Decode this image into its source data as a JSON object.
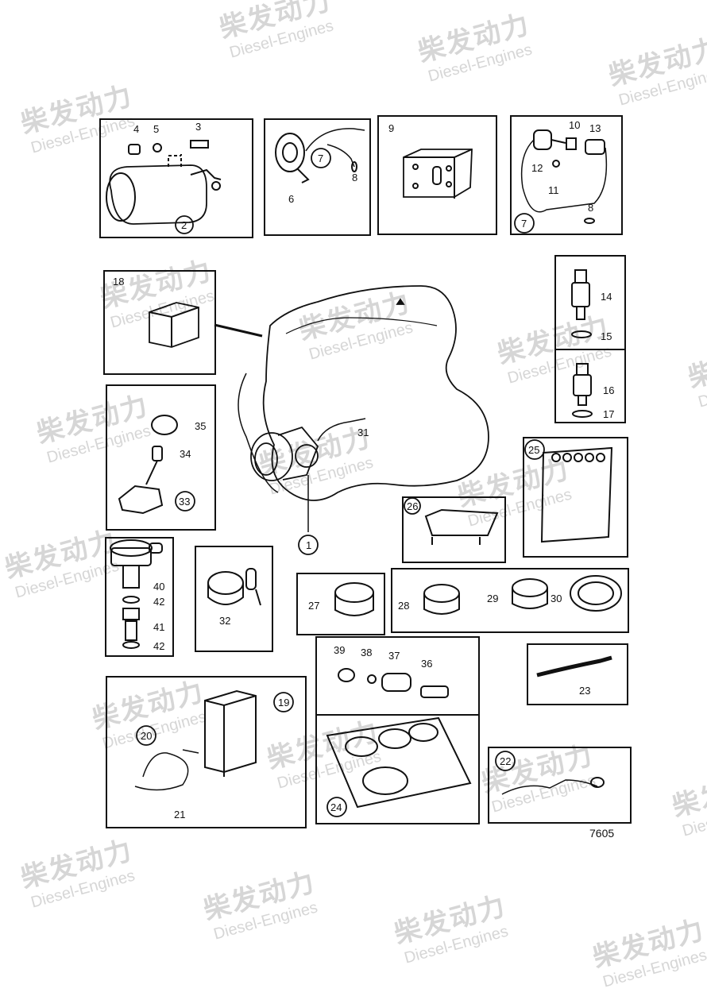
{
  "watermark": {
    "brand_cn": "柴发动力",
    "brand_en": "Diesel-Engines"
  },
  "drawing_code": "7605",
  "part_numbers": [
    "1",
    "2",
    "3",
    "4",
    "5",
    "6",
    "7",
    "8",
    "9",
    "10",
    "11",
    "12",
    "13",
    "14",
    "15",
    "16",
    "17",
    "18",
    "19",
    "20",
    "21",
    "22",
    "23",
    "24",
    "25",
    "26",
    "27",
    "28",
    "29",
    "30",
    "31",
    "32",
    "33",
    "34",
    "35",
    "36",
    "37",
    "38",
    "39",
    "40",
    "41",
    "42"
  ],
  "labels": {
    "p1": "1",
    "p2": "2",
    "p3": "3",
    "p4": "4",
    "p5": "5",
    "p6": "6",
    "p7a": "7",
    "p7b": "7",
    "p8a": "8",
    "p8b": "8",
    "p9": "9",
    "p10": "10",
    "p11": "11",
    "p12": "12",
    "p13": "13",
    "p14": "14",
    "p15": "15",
    "p16": "16",
    "p17": "17",
    "p18": "18",
    "p19": "19",
    "p20": "20",
    "p21": "21",
    "p22": "22",
    "p23": "23",
    "p24": "24",
    "p25": "25",
    "p26": "26",
    "p27": "27",
    "p28": "28",
    "p29": "29",
    "p30": "30",
    "p31": "31",
    "p32": "32",
    "p33": "33",
    "p34": "34",
    "p35": "35",
    "p36": "36",
    "p37": "37",
    "p38": "38",
    "p39": "39",
    "p40": "40",
    "p41": "41",
    "p42a": "42",
    "p42b": "42"
  }
}
